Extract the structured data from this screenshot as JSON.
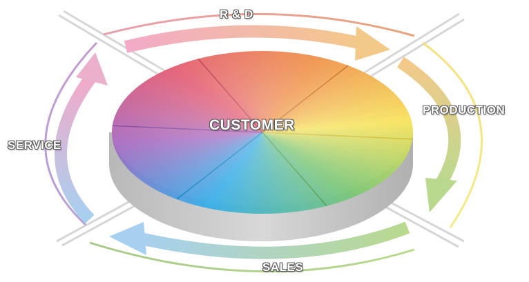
{
  "diagram": {
    "center_label": "CUSTOMER",
    "stages": [
      {
        "label": "R & D",
        "color": "#e8a37a"
      },
      {
        "label": "PRODUCTION",
        "color": "#f3ec8a"
      },
      {
        "label": "SALES",
        "color": "#a9c98a"
      },
      {
        "label": "SERVICE",
        "color": "#c39bd0"
      }
    ]
  },
  "colors": {
    "pie": [
      "#e0506a",
      "#ee8a3c",
      "#f6e25a",
      "#7ec77a",
      "#3fb0e8",
      "#a76ac0"
    ],
    "base_side": "#c4c4c4",
    "arrows": [
      "#f0a8c0",
      "#f3c98a",
      "#b9d98e",
      "#a7d0f0"
    ]
  }
}
